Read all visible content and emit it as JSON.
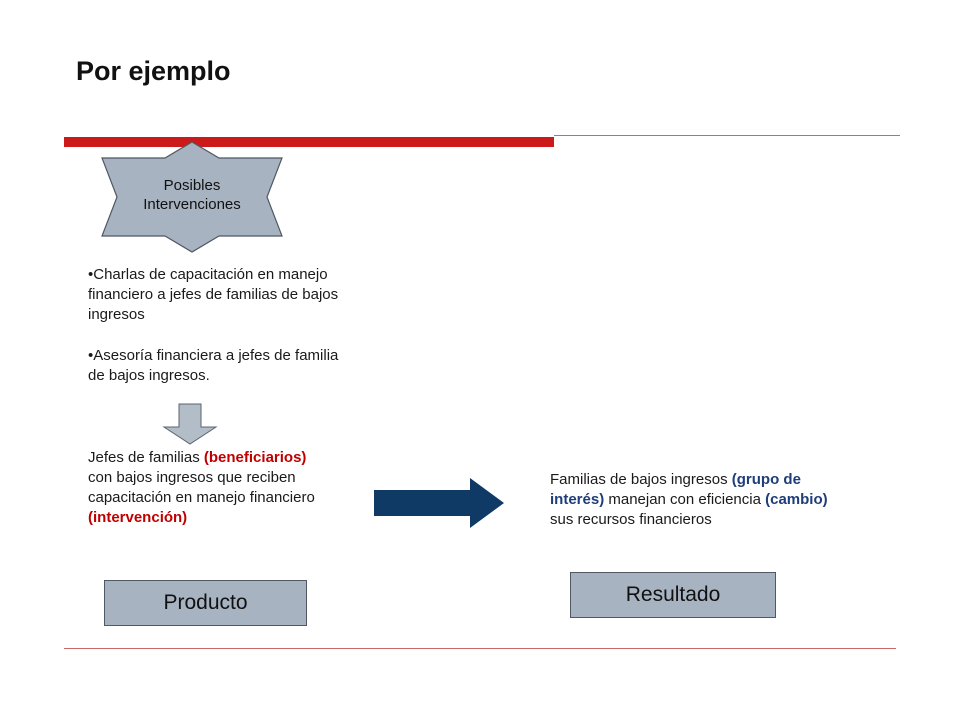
{
  "slide": {
    "title": "Por ejemplo"
  },
  "intervention_shape": {
    "line1": "Posibles",
    "line2": "Intervenciones"
  },
  "bullets": [
    "•Charlas de capacitación en manejo financiero a jefes de familias de bajos ingresos",
    "•Asesoría financiera a jefes de familia de bajos ingresos."
  ],
  "product_text": {
    "part1": "Jefes de familias ",
    "highlight1": "(beneficiarios)",
    "part2": " con bajos ingresos que reciben capacitación en manejo financiero ",
    "highlight2": "(intervención)"
  },
  "outcome_text": {
    "part1": "Familias de bajos ingresos ",
    "highlight1": "(grupo de interés)",
    "part2": " manejan con eficiencia ",
    "highlight2": "(cambio)",
    "part3": " sus recursos financieros"
  },
  "labels": {
    "product": "Producto",
    "result": "Resultado"
  },
  "colors": {
    "accent_red": "#cc1a1a",
    "highlight_red": "#c00000",
    "highlight_blue": "#1f3d7a",
    "arrow_navy": "#0f3a66",
    "shape_gray": "#a8b3c1",
    "down_arrow_fill": "#b3bdc8"
  }
}
